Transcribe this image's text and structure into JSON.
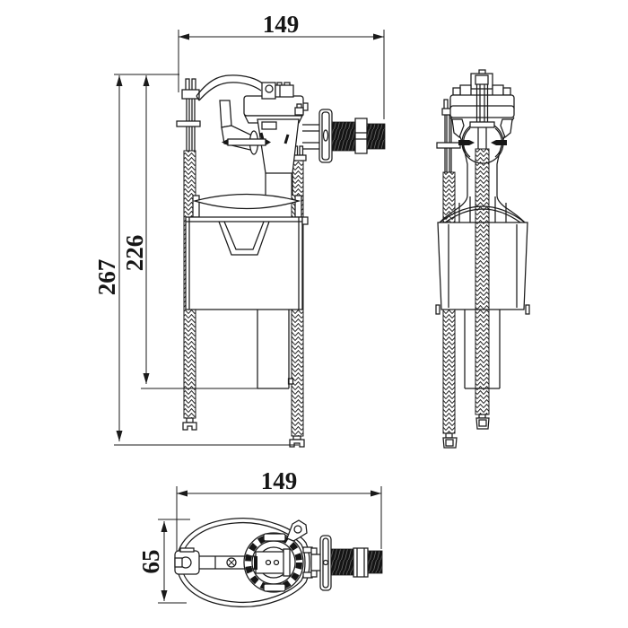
{
  "page": {
    "background": "#ffffff",
    "line_color": "#1a1a1a",
    "description_labels_visible": false
  },
  "views": {
    "side": {
      "dims": {
        "width": "149",
        "overall_height": "267",
        "body_height": "226"
      }
    },
    "top": {
      "dims": {
        "width": "149",
        "depth": "65"
      }
    }
  }
}
